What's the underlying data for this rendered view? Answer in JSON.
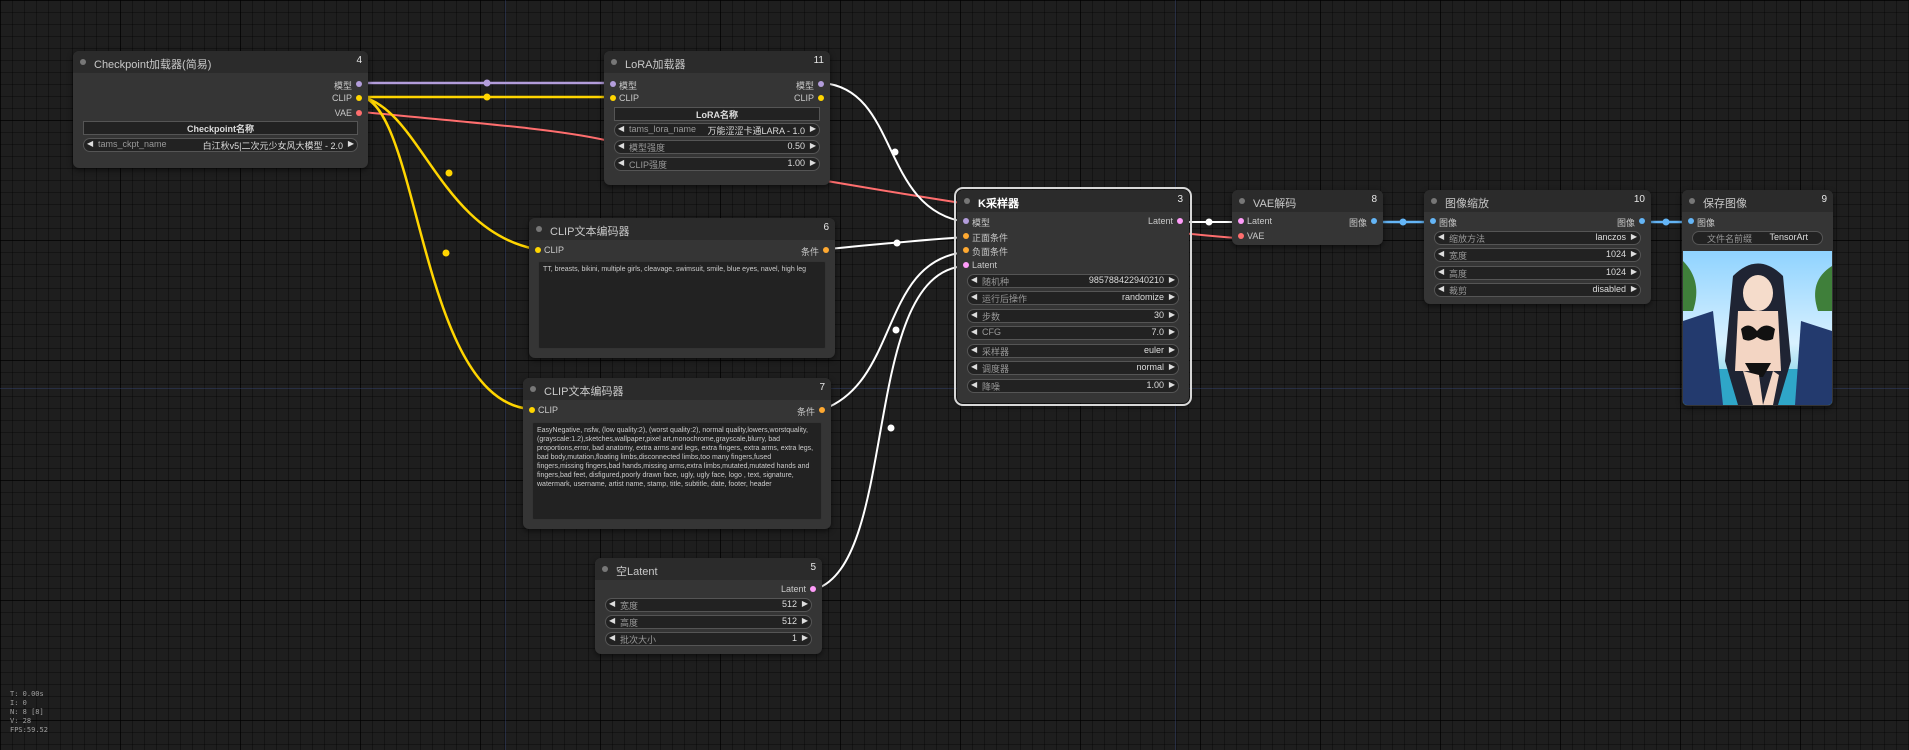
{
  "colors": {
    "model": "#b39ddb",
    "clip": "#ffd500",
    "vae": "#ff6e6e",
    "cond": "#ffa931",
    "latent": "#ff9cf9",
    "image": "#64b5f6",
    "link_white": "#ffffff"
  },
  "nodes": {
    "checkpoint": {
      "title": "Checkpoint加载器(简易)",
      "id": "4",
      "outputs": [
        "模型",
        "CLIP",
        "VAE"
      ],
      "label": "Checkpoint名称",
      "widget": {
        "name": "tams_ckpt_name",
        "value": "白江秋v5|二次元少女风大模型 - 2.0"
      }
    },
    "lora": {
      "title": "LoRA加载器",
      "id": "11",
      "inputs": [
        "模型",
        "CLIP"
      ],
      "outputs": [
        "模型",
        "CLIP"
      ],
      "label": "LoRA名称",
      "widgets": [
        {
          "name": "tams_lora_name",
          "value": "万能涩涩卡通LARA - 1.0"
        },
        {
          "name": "模型强度",
          "value": "0.50"
        },
        {
          "name": "CLIP强度",
          "value": "1.00"
        }
      ]
    },
    "clip_pos": {
      "title": "CLIP文本编码器",
      "id": "6",
      "input": "CLIP",
      "output": "条件",
      "text": "TT, breasts, bikini, multiple girls, cleavage, swimsuit, smile, blue eyes, navel, high leg"
    },
    "clip_neg": {
      "title": "CLIP文本编码器",
      "id": "7",
      "input": "CLIP",
      "output": "条件",
      "text": "EasyNegative, nsfw, (low quality:2), (worst quality:2), normal quality,lowers,worstquality,(grayscale:1.2),sketches,wallpaper,pixel art,monochrome,grayscale,blurry, bad proportions,error, bad anatomy, extra arms and legs, extra fingers, extra arms, extra legs, bad body,mutation,floating limbs,disconnected limbs,too many fingers,fused fingers,missing fingers,bad hands,missing arms,extra limbs,mutated,mutated hands and fingers,bad feet, disfigured,poorly drawn face, ugly, ugly face, logo , text, signature, watermark, username, artist name, stamp, title, subtitle, date, footer, header"
    },
    "empty_latent": {
      "title": "空Latent",
      "id": "5",
      "output": "Latent",
      "widgets": [
        {
          "name": "宽度",
          "value": "512"
        },
        {
          "name": "高度",
          "value": "512"
        },
        {
          "name": "批次大小",
          "value": "1"
        }
      ]
    },
    "ksampler": {
      "title": "K采样器",
      "id": "3",
      "inputs": [
        "模型",
        "正面条件",
        "负面条件",
        "Latent"
      ],
      "output": "Latent",
      "widgets": [
        {
          "name": "随机种",
          "value": "985788422940210"
        },
        {
          "name": "运行后操作",
          "value": "randomize"
        },
        {
          "name": "步数",
          "value": "30"
        },
        {
          "name": "CFG",
          "value": "7.0"
        },
        {
          "name": "采样器",
          "value": "euler"
        },
        {
          "name": "调度器",
          "value": "normal"
        },
        {
          "name": "降噪",
          "value": "1.00"
        }
      ]
    },
    "vae_decode": {
      "title": "VAE解码",
      "id": "8",
      "inputs": [
        "Latent",
        "VAE"
      ],
      "output": "图像"
    },
    "image_scale": {
      "title": "图像缩放",
      "id": "10",
      "input": "图像",
      "output": "图像",
      "widgets": [
        {
          "name": "缩放方法",
          "value": "lanczos"
        },
        {
          "name": "宽度",
          "value": "1024"
        },
        {
          "name": "高度",
          "value": "1024"
        },
        {
          "name": "裁剪",
          "value": "disabled"
        }
      ]
    },
    "save_image": {
      "title": "保存图像",
      "id": "9",
      "input": "图像",
      "widget": {
        "name": "文件名前缀",
        "value": "TensorArt"
      }
    }
  },
  "stats": [
    "T: 0.00s",
    "I: 0",
    "N: 8 [8]",
    "V: 28",
    "FPS:59.52"
  ]
}
